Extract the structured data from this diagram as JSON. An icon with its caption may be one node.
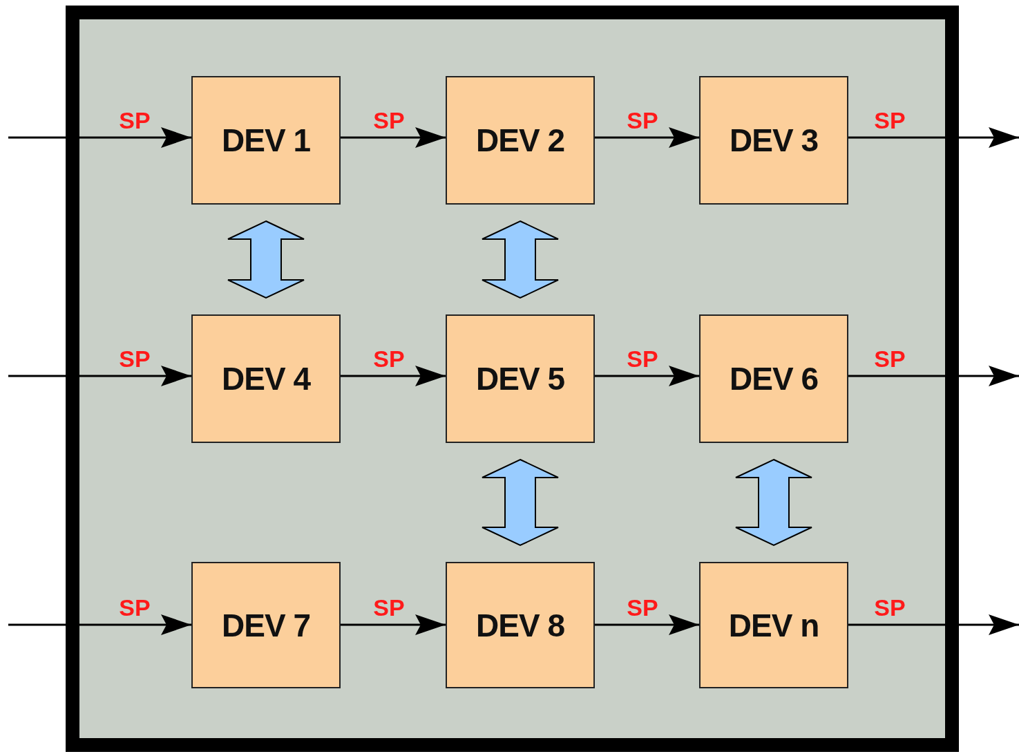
{
  "diagram": {
    "nodes": [
      {
        "text": [],
        "shape": "box"
      },
      {
        "text": [
          "DEV 1"
        ],
        "in": 0
      },
      {
        "text": [
          "DEV 2"
        ],
        "in": 0
      },
      {
        "text": [
          "DEV 3"
        ],
        "in": 0
      },
      {
        "text": [
          "DEV 4"
        ],
        "in": 0
      },
      {
        "text": [
          "DEV 5"
        ],
        "in": 0
      },
      {
        "text": [
          "DEV 6"
        ],
        "in": 0
      },
      {
        "text": [
          "DEV 7"
        ],
        "in": 0
      },
      {
        "text": [
          "DEV 8"
        ],
        "in": 0
      },
      {
        "text": [
          "DEV n"
        ],
        "in": 0
      }
    ],
    "edges": [
      {
        "from": null,
        "to": 1,
        "arrow": "to",
        "label": "SP"
      },
      {
        "from": 1,
        "to": 2,
        "arrow": "to",
        "label": "SP"
      },
      {
        "from": 2,
        "to": 3,
        "arrow": "to",
        "label": "SP"
      },
      {
        "from": 3,
        "to": null,
        "arrow": "to",
        "label": "SP"
      },
      {
        "from": null,
        "to": 4,
        "arrow": "to",
        "label": "SP"
      },
      {
        "from": 4,
        "to": 5,
        "arrow": "to",
        "label": "SP"
      },
      {
        "from": 5,
        "to": 6,
        "arrow": "to",
        "label": "SP"
      },
      {
        "from": 6,
        "to": null,
        "arrow": "to",
        "label": "SP"
      },
      {
        "from": null,
        "to": 7,
        "arrow": "to",
        "label": "SP"
      },
      {
        "from": 7,
        "to": 8,
        "arrow": "to",
        "label": "SP"
      },
      {
        "from": 8,
        "to": 9,
        "arrow": "to",
        "label": "SP"
      },
      {
        "from": 9,
        "to": null,
        "arrow": "to",
        "label": "SP"
      },
      {
        "from": 1,
        "to": 4,
        "arrow": "both",
        "style": "thick",
        "color": "#99ccff"
      },
      {
        "from": 2,
        "to": 5,
        "arrow": "both",
        "style": "thick",
        "color": "#99ccff"
      },
      {
        "from": 5,
        "to": 8,
        "arrow": "both",
        "style": "thick",
        "color": "#99ccff"
      },
      {
        "from": 6,
        "to": 9,
        "arrow": "both",
        "style": "thick",
        "color": "#99ccff"
      }
    ]
  }
}
